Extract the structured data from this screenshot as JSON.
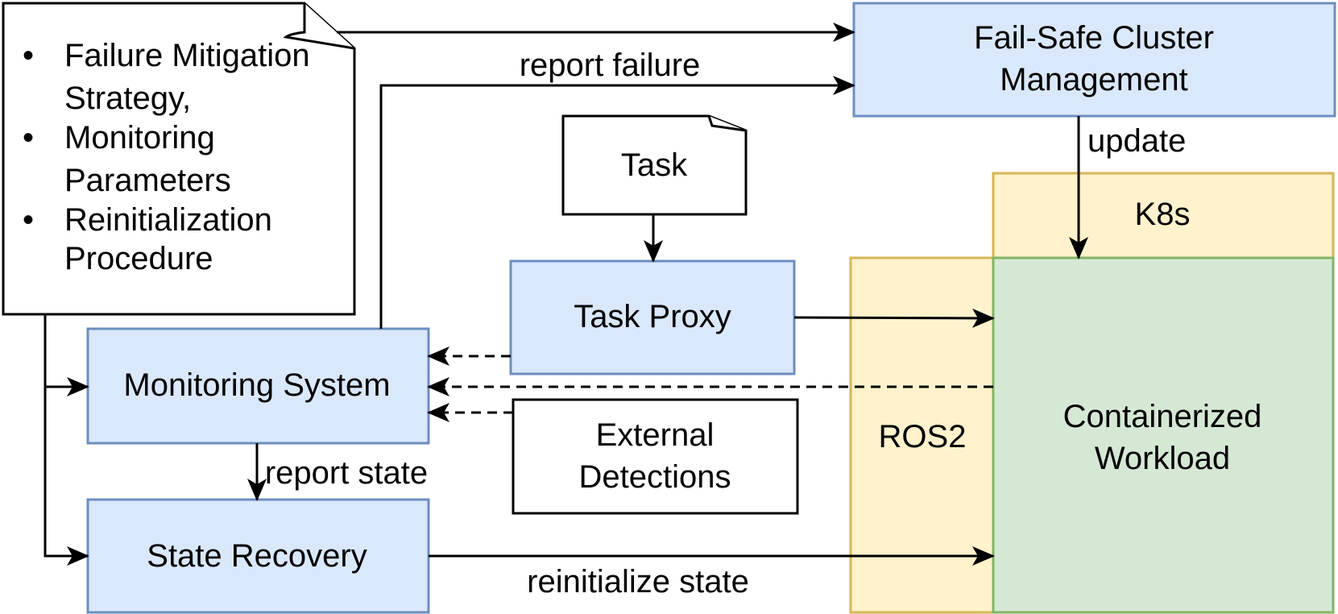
{
  "nodes": {
    "config_note": {
      "bullets": [
        "Failure Mitigation",
        "Strategy,",
        "Monitoring",
        "Parameters",
        "Reinitialization",
        "Procedure"
      ],
      "bullet_marker": "•"
    },
    "fail_safe": {
      "line1": "Fail-Safe Cluster",
      "line2": "Management"
    },
    "task": {
      "label": "Task"
    },
    "task_proxy": {
      "label": "Task Proxy"
    },
    "monitoring": {
      "label": "Monitoring System"
    },
    "external": {
      "line1": "External",
      "line2": "Detections"
    },
    "state_recovery": {
      "label": "State Recovery"
    },
    "k8s": {
      "label": "K8s"
    },
    "ros2": {
      "label": "ROS2"
    },
    "workload": {
      "line1": "Containerized",
      "line2": "Workload"
    }
  },
  "edges": {
    "report_failure": "report failure",
    "update": "update",
    "report_state": "report state",
    "reinitialize_state": "reinitialize state"
  },
  "colors": {
    "blue_fill": "#dae8fc",
    "blue_stroke": "#6c8ebf",
    "yellow_fill": "#fff2cc",
    "yellow_stroke": "#d6b656",
    "green_fill": "#d5e8d4",
    "green_stroke": "#82b366"
  }
}
